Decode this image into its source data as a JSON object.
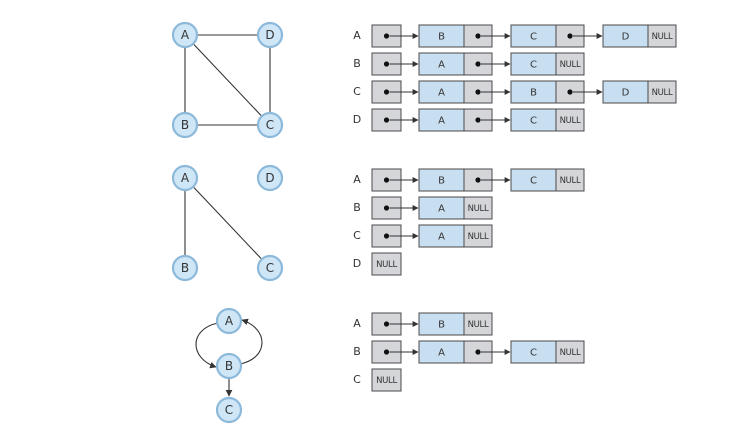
{
  "colors": {
    "node_fill": "#cfe6f7",
    "node_stroke": "#8cb9da",
    "pointer_cell": "#d4d6d9",
    "value_cell": "#c8dff2",
    "line": "#333333"
  },
  "null_label": "NULL",
  "graphs": [
    {
      "id": "undirected-complete-ish",
      "directed": false,
      "nodes": [
        "A",
        "D",
        "B",
        "C"
      ],
      "edges": [
        [
          "A",
          "D"
        ],
        [
          "A",
          "B"
        ],
        [
          "A",
          "C"
        ],
        [
          "D",
          "C"
        ],
        [
          "B",
          "C"
        ]
      ],
      "adjacency": [
        {
          "vertex": "A",
          "neighbors": [
            "B",
            "C",
            "D"
          ]
        },
        {
          "vertex": "B",
          "neighbors": [
            "A",
            "C"
          ]
        },
        {
          "vertex": "C",
          "neighbors": [
            "A",
            "B",
            "D"
          ]
        },
        {
          "vertex": "D",
          "neighbors": [
            "A",
            "C"
          ]
        }
      ]
    },
    {
      "id": "undirected-with-isolated",
      "directed": false,
      "nodes": [
        "A",
        "D",
        "B",
        "C"
      ],
      "edges": [
        [
          "A",
          "B"
        ],
        [
          "A",
          "C"
        ]
      ],
      "adjacency": [
        {
          "vertex": "A",
          "neighbors": [
            "B",
            "C"
          ]
        },
        {
          "vertex": "B",
          "neighbors": [
            "A"
          ]
        },
        {
          "vertex": "C",
          "neighbors": [
            "A"
          ]
        },
        {
          "vertex": "D",
          "neighbors": []
        }
      ]
    },
    {
      "id": "directed-chain",
      "directed": true,
      "nodes": [
        "A",
        "B",
        "C"
      ],
      "edges": [
        [
          "A",
          "B"
        ],
        [
          "B",
          "A"
        ],
        [
          "B",
          "C"
        ]
      ],
      "adjacency": [
        {
          "vertex": "A",
          "neighbors": [
            "B"
          ]
        },
        {
          "vertex": "B",
          "neighbors": [
            "A",
            "C"
          ]
        },
        {
          "vertex": "C",
          "neighbors": []
        }
      ]
    }
  ]
}
